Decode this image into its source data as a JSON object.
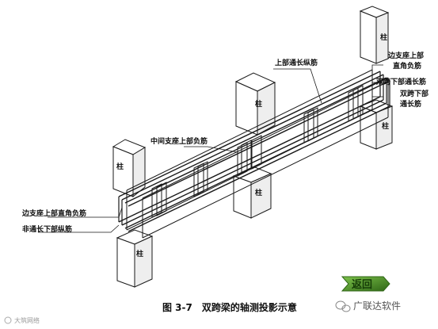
{
  "labels": {
    "column": "柱",
    "top_through_long": "上部通长纵筋",
    "middle_support_top_neg": "中间支座上部负筋",
    "edge_support_right_line1": "边支座上部",
    "edge_support_right_line2": "直角负筋",
    "double_span_bottom_right": "双跨下部通长筋",
    "double_span_bottom_right_line1": "双跨下部",
    "double_span_bottom_right_line2": "通长筋",
    "edge_support_left": "边支座上部直角负筋",
    "non_through_bottom_left": "非通长下部纵筋"
  },
  "caption": "图 3-7　双跨梁的轴测投影示意",
  "back_button": "返回",
  "watermark_left": "大筑网络",
  "brand": "广联达软件",
  "colors": {
    "line": "#1a1a1a",
    "button_green": "#4f9a2a",
    "button_dark": "#2f6616"
  }
}
